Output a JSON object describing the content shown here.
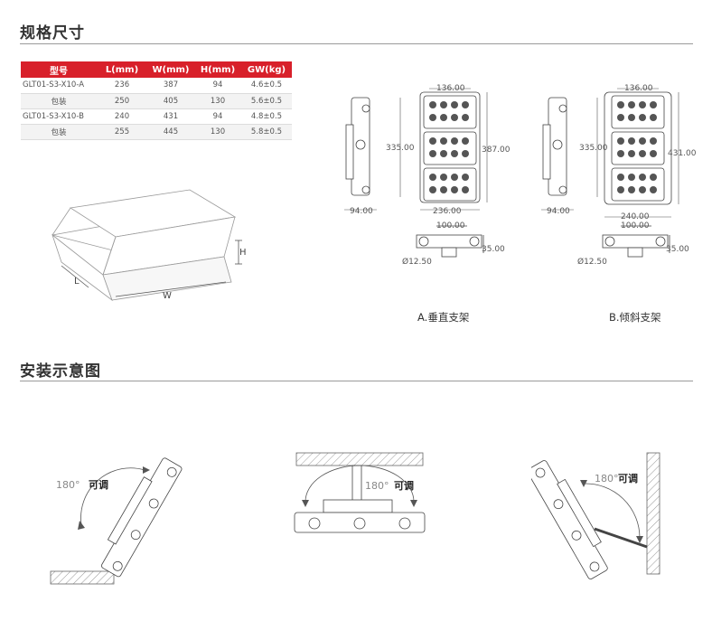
{
  "spec_section": {
    "title": "规格尺寸"
  },
  "spec_table": {
    "headers": [
      "型号",
      "L(mm)",
      "W(mm)",
      "H(mm)",
      "GW(kg)"
    ],
    "rows": [
      [
        "GLT01-S3-X10-A",
        "236",
        "387",
        "94",
        "4.6±0.5"
      ],
      [
        "包装",
        "250",
        "405",
        "130",
        "5.6±0.5"
      ],
      [
        "GLT01-S3-X10-B",
        "240",
        "431",
        "94",
        "4.8±0.5"
      ],
      [
        "包装",
        "255",
        "445",
        "130",
        "5.8±0.5"
      ]
    ]
  },
  "box_dims": {
    "h": "H",
    "l": "L",
    "w": "W"
  },
  "view_a": {
    "caption": "A.垂直支架",
    "top_width": "136.00",
    "height_left": "335.00",
    "height_right": "387.00",
    "bottom_width": "236.00",
    "side_depth": "94.00",
    "bracket_width": "100.00",
    "bracket_height": "35.00",
    "hole_dia": "Ø12.50"
  },
  "view_b": {
    "caption": "B.倾斜支架",
    "top_width": "136.00",
    "height_left": "335.00",
    "height_right": "431.00",
    "bottom_width": "240.00",
    "side_depth": "94.00",
    "bracket_width": "100.00",
    "bracket_height": "35.00",
    "hole_dia": "Ø12.50"
  },
  "install_section": {
    "title": "安装示意图"
  },
  "install_views": [
    {
      "angle": "180°",
      "label": "可调"
    },
    {
      "angle": "180°",
      "label": "可调"
    },
    {
      "angle": "180°",
      "label": "可调"
    }
  ],
  "colors": {
    "accent": "#d8202a",
    "line": "#555555"
  }
}
